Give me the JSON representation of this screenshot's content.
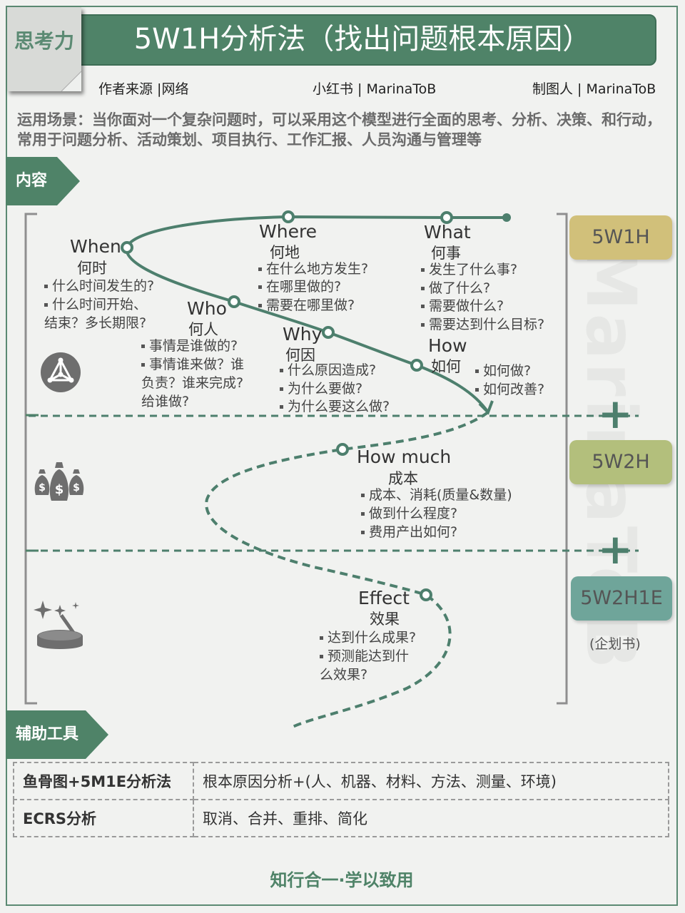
{
  "header": {
    "badge": "思考力",
    "title": "5W1H分析法（找出问题根本原因）",
    "source": "作者来源 |网络",
    "platform": "小红书 | MarinaToB",
    "maker": "制图人 | MarinaToB"
  },
  "scene": "运用场景：当你面对一个复杂问题时，可以采用这个模型进行全面的思考、分析、决策、和行动，常用于问题分析、活动策划、项目执行、工作汇报、人员沟通与管理等",
  "tags": {
    "content": "内容",
    "tools": "辅助工具"
  },
  "nodes": {
    "when": {
      "en": "When",
      "cn": "何时",
      "items": [
        "什么时间发生的?",
        "什么时间开始、",
        "结束？多长期限?"
      ]
    },
    "who": {
      "en": "Who",
      "cn": "何人",
      "items": [
        "事情是谁做的?",
        "事情谁来做？谁",
        "负责？谁来完成?",
        "给谁做?"
      ]
    },
    "where": {
      "en": "Where",
      "cn": "何地",
      "items": [
        "在什么地方发生?",
        "在哪里做的?",
        "需要在哪里做?"
      ]
    },
    "why": {
      "en": "Why",
      "cn": "何因",
      "items": [
        "什么原因造成?",
        "为什么要做?",
        "为什么要这么做?"
      ]
    },
    "what": {
      "en": "What",
      "cn": "何事",
      "items": [
        "发生了什么事?",
        "做了什么?",
        "需要做什么?",
        "需要达到什么目标?"
      ]
    },
    "how": {
      "en": "How",
      "cn": "如何",
      "items": [
        "如何做?",
        "如何改善?"
      ]
    },
    "howmuch": {
      "en": "How much",
      "cn": "成本",
      "items": [
        "成本、消耗(质量&数量)",
        "做到什么程度?",
        "费用产出如何?"
      ]
    },
    "effect": {
      "en": "Effect",
      "cn": "效果",
      "items": [
        "达到什么成果?",
        "预测能达到什",
        "么效果?"
      ]
    }
  },
  "models": {
    "m1": "5W1H",
    "m2": "5W2H",
    "m3": "5W2H1E",
    "plus": "+",
    "m3_note": "(企划书)"
  },
  "watermark": "MarinaToB",
  "colors": {
    "green": "#4f8368",
    "teal": "#4d7f6d",
    "khaki": "#d1c07a",
    "olive": "#b3bf7c",
    "cyan": "#6fa59a"
  },
  "tools": [
    {
      "name": "鱼骨图+5M1E分析法",
      "desc": "根本原因分析+(人、机器、材料、方法、测量、环境)"
    },
    {
      "name": "ECRS分析",
      "desc": "取消、合并、重排、简化"
    }
  ],
  "footer": "知行合一·学以致用"
}
